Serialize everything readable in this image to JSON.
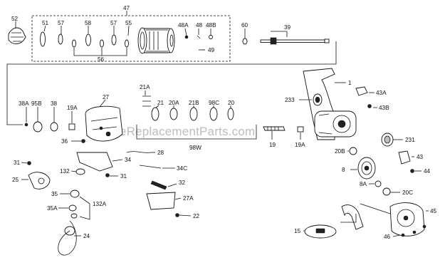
{
  "watermark": "eReplacementParts.com",
  "labels": {
    "l52": "52",
    "l47": "47",
    "l51": "51",
    "l57a": "57",
    "l58": "58",
    "l57b": "57",
    "l55": "55",
    "l56": "56",
    "l48A": "48A",
    "l48": "48",
    "l48B": "48B",
    "l49": "49",
    "l60": "60",
    "l39": "39",
    "l21A": "21A",
    "l21": "21",
    "l20A": "20A",
    "l21B": "21B",
    "l98C": "98C",
    "l20": "20",
    "l98W": "98W",
    "l19": "19",
    "l38A": "38A",
    "l95B": "95B",
    "l38": "38",
    "l19Aa": "19A",
    "l27": "27",
    "l36": "36",
    "l28": "28",
    "l34": "34",
    "l34C": "34C",
    "l32": "32",
    "l27A": "27A",
    "l22": "22",
    "l31a": "31",
    "l132": "132",
    "l31b": "31",
    "l25": "25",
    "l35": "35",
    "l35A": "35A",
    "l132A": "132A",
    "l24": "24",
    "l1": "1",
    "l43A": "43A",
    "l43B": "43B",
    "l233": "233",
    "l231": "231",
    "l19Ab": "19A",
    "l20B": "20B",
    "l43": "43",
    "l44": "44",
    "l8": "8",
    "l8A": "8A",
    "l20C": "20C",
    "l45": "45",
    "l15": "15",
    "l46": "46"
  }
}
